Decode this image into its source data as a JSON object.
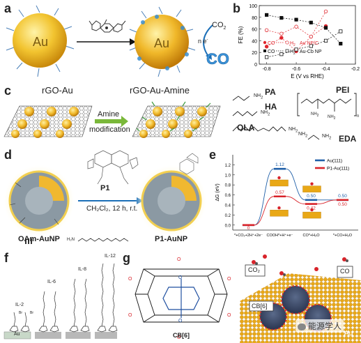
{
  "panels": {
    "a": {
      "label": "a",
      "au_left": "Au",
      "au_right": "Au",
      "co2": "CO",
      "co2_sub": "2",
      "electron": "n e",
      "electron_sup": "-",
      "co": "CO"
    },
    "b": {
      "label": "b",
      "ylabel": "FE (%)",
      "xlabel": "E (V vs RHE)",
      "legend": [
        {
          "left": "CO",
          "right": "H",
          "sub": "2",
          "tail": "Au NP/C",
          "color": "#e0262d"
        },
        {
          "left": "CO",
          "right": "H",
          "sub": "2",
          "tail": "Au-Cb NP",
          "color": "#111111"
        }
      ]
    },
    "c": {
      "label": "c",
      "left_title": "rGO-Au",
      "right_title": "rGO-Au-Amine",
      "arrow_top": "Amine",
      "arrow_bottom": "modification",
      "pa": "PA",
      "ha": "HA",
      "ola": "OLA",
      "pei": "PEI",
      "eda": "EDA",
      "nh2": "NH",
      "nh2_sub": "2",
      "n_sub": "n"
    },
    "d": {
      "label": "d",
      "reagent": "P1",
      "conditions": "CH₂Cl₂,  12 h, r.t.",
      "left_name": "OAm-AuNP",
      "right_name": "P1-AuNP",
      "oam_formula": "H₂N"
    },
    "e": {
      "label": "e",
      "ylabel": "ΔG (eV)",
      "legend": [
        {
          "name": "Au(111)",
          "color": "#1f5fa8"
        },
        {
          "name": "P1-Au(111)",
          "color": "#d8232a"
        }
      ],
      "xticks": [
        "*+CO₂+2H⁺+2e⁻",
        "COOH*+H⁺+e⁻",
        "CO*+H₂O",
        "*+CO+H₂O"
      ],
      "value_labels": [
        "0",
        "1.12",
        "0.57",
        "0.50",
        "0.42",
        "0.50",
        "0.50"
      ]
    },
    "f": {
      "label": "f",
      "il2": "IL-2",
      "il6": "IL-6",
      "il8": "IL-8",
      "il12": "IL-12",
      "au": "Au",
      "br": "Br"
    },
    "g": {
      "label": "g",
      "name": "CB[6]"
    },
    "h": {
      "label": "h",
      "co2": "CO₂",
      "co": "CO",
      "cb6": "CB[6]",
      "au": "Au"
    }
  },
  "watermark": "能源学人",
  "chart_data": [
    {
      "type": "line",
      "title": "",
      "xlabel": "E (V vs RHE)",
      "ylabel": "FE (%)",
      "xlim": [
        -0.85,
        -0.2
      ],
      "ylim": [
        0,
        100
      ],
      "xticks": [
        -0.8,
        -0.6,
        -0.4,
        -0.2
      ],
      "yticks": [
        0,
        20,
        40,
        60,
        80,
        100
      ],
      "series": [
        {
          "name": "CO Au NP/C",
          "color": "#e0262d",
          "marker": "filled-circle",
          "x": [
            -0.8,
            -0.7,
            -0.6,
            -0.5,
            -0.4
          ],
          "y": [
            30,
            45,
            22,
            47,
            65
          ]
        },
        {
          "name": "H2 Au NP/C",
          "color": "#e0262d",
          "marker": "open-circle",
          "x": [
            -0.8,
            -0.7,
            -0.6,
            -0.5,
            -0.4
          ],
          "y": [
            58,
            52,
            64,
            47,
            90
          ]
        },
        {
          "name": "CO Au-Cb NP",
          "color": "#111111",
          "marker": "filled-square",
          "x": [
            -0.8,
            -0.7,
            -0.6,
            -0.5,
            -0.4,
            -0.3
          ],
          "y": [
            84,
            79,
            76,
            71,
            62,
            35
          ]
        },
        {
          "name": "H2 Au-Cb NP",
          "color": "#111111",
          "marker": "open-square",
          "x": [
            -0.8,
            -0.7,
            -0.6,
            -0.5,
            -0.4,
            -0.3
          ],
          "y": [
            12,
            17,
            25,
            31,
            40,
            56
          ]
        }
      ]
    },
    {
      "type": "line",
      "title": "",
      "ylabel": "ΔG (eV)",
      "ylim": [
        -0.1,
        1.4
      ],
      "yticks": [
        0,
        0.2,
        0.4,
        0.6,
        0.8,
        1.0,
        1.2
      ],
      "categories": [
        "*+CO₂+2H⁺+2e⁻",
        "COOH*+H⁺+e⁻",
        "CO*+H₂O",
        "*+CO+H₂O"
      ],
      "series": [
        {
          "name": "Au(111)",
          "color": "#1f5fa8",
          "values": [
            0,
            1.12,
            0.5,
            0.5
          ]
        },
        {
          "name": "P1-Au(111)",
          "color": "#d8232a",
          "values": [
            0,
            0.57,
            0.42,
            0.5
          ]
        }
      ]
    }
  ]
}
